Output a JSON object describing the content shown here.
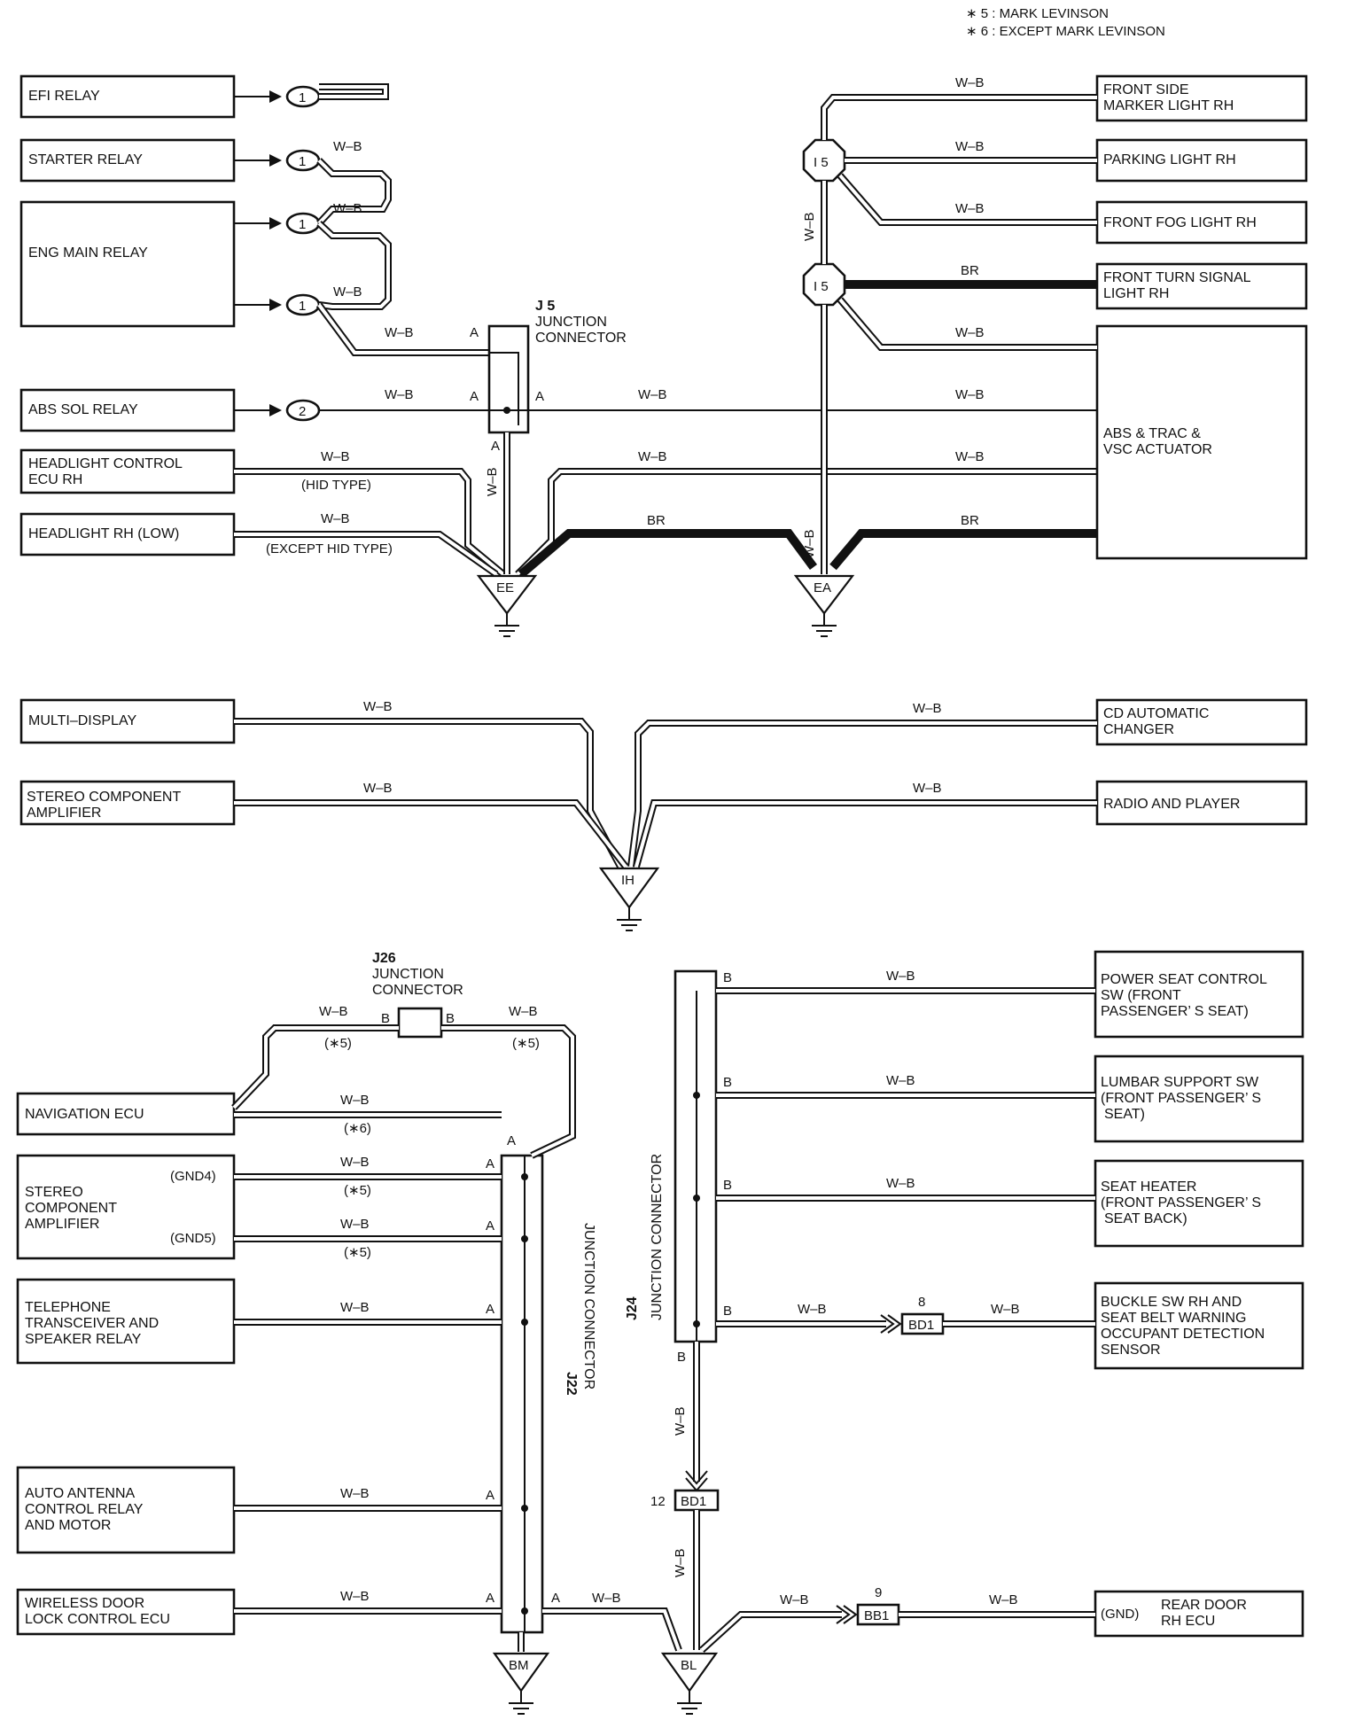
{
  "notes": [
    "∗ 5 : MARK LEVINSON",
    "∗ 6 : EXCEPT MARK LEVINSON"
  ],
  "wires": {
    "wb": "W–B",
    "br": "BR"
  },
  "section1": {
    "left_components": [
      "EFI RELAY",
      "STARTER RELAY",
      "ENG MAIN RELAY",
      "ABS SOL RELAY",
      "HEADLIGHT CONTROL",
      "ECU RH",
      "HEADLIGHT RH (LOW)"
    ],
    "right_components": [
      "FRONT SIDE",
      "MARKER LIGHT RH",
      "PARKING LIGHT RH",
      "FRONT FOG LIGHT RH",
      "FRONT TURN SIGNAL",
      "LIGHT RH",
      "ABS & TRAC &",
      "VSC ACTUATOR"
    ],
    "connectors": [
      "1",
      "1",
      "1",
      "1",
      "2",
      "I 5",
      "I 5"
    ],
    "junction": [
      "J 5",
      "JUNCTION",
      "CONNECTOR"
    ],
    "pins": {
      "a": "A"
    },
    "types": [
      "(HID TYPE)",
      "(EXCEPT HID TYPE)"
    ],
    "grounds": [
      "EE",
      "EA"
    ]
  },
  "section2": {
    "left_components": [
      "MULTI–DISPLAY",
      "STEREO COMPONENT",
      "AMPLIFIER"
    ],
    "right_components": [
      "CD AUTOMATIC",
      "CHANGER",
      "RADIO AND PLAYER"
    ],
    "ground": "IH"
  },
  "section3": {
    "j26": [
      "J26",
      "JUNCTION",
      "CONNECTOR"
    ],
    "j22": [
      "J22",
      "JUNCTION CONNECTOR"
    ],
    "j24": [
      "J24",
      "JUNCTION CONNECTOR"
    ],
    "pins": {
      "a": "A",
      "b": "B"
    },
    "marks": {
      "s5": "(∗5)",
      "s6": "(∗6)"
    },
    "left_components": [
      "NAVIGATION ECU",
      "STEREO",
      "COMPONENT",
      "AMPLIFIER",
      "(GND4)",
      "(GND5)",
      "TELEPHONE",
      "TRANSCEIVER AND",
      "SPEAKER RELAY",
      "AUTO ANTENNA",
      "CONTROL RELAY",
      "AND MOTOR",
      "WIRELESS DOOR",
      "LOCK CONTROL ECU"
    ],
    "right_components": [
      "POWER SEAT CONTROL",
      "SW (FRONT",
      "PASSENGER’ S SEAT)",
      "LUMBAR SUPPORT SW",
      "(FRONT PASSENGER’ S",
      "SEAT)",
      "SEAT HEATER",
      "(FRONT PASSENGER’ S",
      "SEAT BACK)",
      "BUCKLE SW RH AND",
      "SEAT BELT WARNING",
      "OCCUPANT DETECTION",
      "SENSOR",
      "(GND)",
      "REAR DOOR",
      "RH ECU"
    ],
    "connectors": {
      "bd1": "BD1",
      "bb1": "BB1",
      "n8": "8",
      "n12": "12",
      "n9": "9"
    },
    "grounds": [
      "BM",
      "BL"
    ]
  }
}
